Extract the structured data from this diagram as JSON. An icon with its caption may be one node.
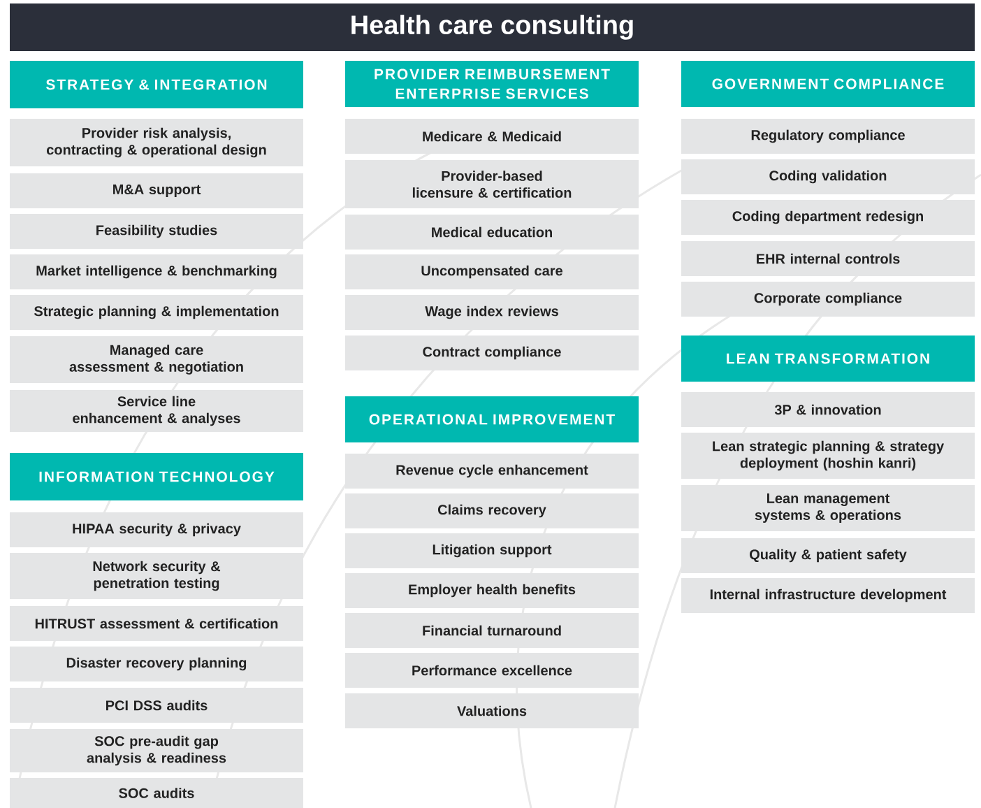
{
  "diagram": {
    "title": "Health care consulting",
    "nodes": [
      {
        "text": [
          "STRATEGY & INTEGRATION"
        ]
      },
      {
        "text": [
          "Provider risk analysis, contracting & operational design"
        ]
      },
      {
        "text": [
          "M&A support"
        ]
      },
      {
        "text": [
          "Feasibility studies"
        ]
      },
      {
        "text": [
          "Market intelligence & benchmarking"
        ]
      },
      {
        "text": [
          "Strategic planning & implementation"
        ]
      },
      {
        "text": [
          "Managed care assessment & negotiation"
        ]
      },
      {
        "text": [
          "Service line enhancement & analyses"
        ]
      },
      {
        "text": [
          "INFORMATION TECHNOLOGY"
        ]
      },
      {
        "text": [
          "HIPAA security & privacy"
        ]
      },
      {
        "text": [
          "Network security & penetration testing"
        ]
      },
      {
        "text": [
          "HITRUST assessment & certification"
        ]
      },
      {
        "text": [
          "Disaster recovery planning"
        ]
      },
      {
        "text": [
          "PCI DSS audits"
        ]
      },
      {
        "text": [
          "SOC pre-audit gap analysis & readiness"
        ]
      },
      {
        "text": [
          "SOC audits"
        ]
      },
      {
        "text": [
          "PROVIDER REIMBURSEMENT ENTERPRISE SERVICES"
        ]
      },
      {
        "text": [
          "Medicare & Medicaid"
        ]
      },
      {
        "text": [
          "Provider-based licensure & certification"
        ]
      },
      {
        "text": [
          "Medical education"
        ]
      },
      {
        "text": [
          "Uncompensated care"
        ]
      },
      {
        "text": [
          "Wage index reviews"
        ]
      },
      {
        "text": [
          "Contract compliance"
        ]
      },
      {
        "text": [
          "OPERATIONAL IMPROVEMENT"
        ]
      },
      {
        "text": [
          "Revenue cycle enhancement"
        ]
      },
      {
        "text": [
          "Claims recovery"
        ]
      },
      {
        "text": [
          "Litigation support"
        ]
      },
      {
        "text": [
          "Employer health benefits"
        ]
      },
      {
        "text": [
          "Financial turnaround"
        ]
      },
      {
        "text": [
          "Performance excellence"
        ]
      },
      {
        "text": [
          "Valuations"
        ]
      },
      {
        "text": [
          "GOVERNMENT COMPLIANCE"
        ]
      },
      {
        "text": [
          "Regulatory compliance"
        ]
      },
      {
        "text": [
          "Coding validation"
        ]
      },
      {
        "text": [
          "Coding department redesign"
        ]
      },
      {
        "text": [
          "EHR internal controls"
        ]
      },
      {
        "text": [
          "Corporate compliance"
        ]
      },
      {
        "text": [
          "LEAN TRANSFORMATION"
        ]
      },
      {
        "text": [
          "3P & innovation"
        ]
      },
      {
        "text": [
          "Lean strategic planning & strategy deployment (hoshin kanri)"
        ]
      },
      {
        "text": [
          "Lean management systems & operations"
        ]
      },
      {
        "text": [
          "Quality & patient safety"
        ]
      },
      {
        "text": [
          "Internal infrastructure development"
        ]
      }
    ]
  }
}
